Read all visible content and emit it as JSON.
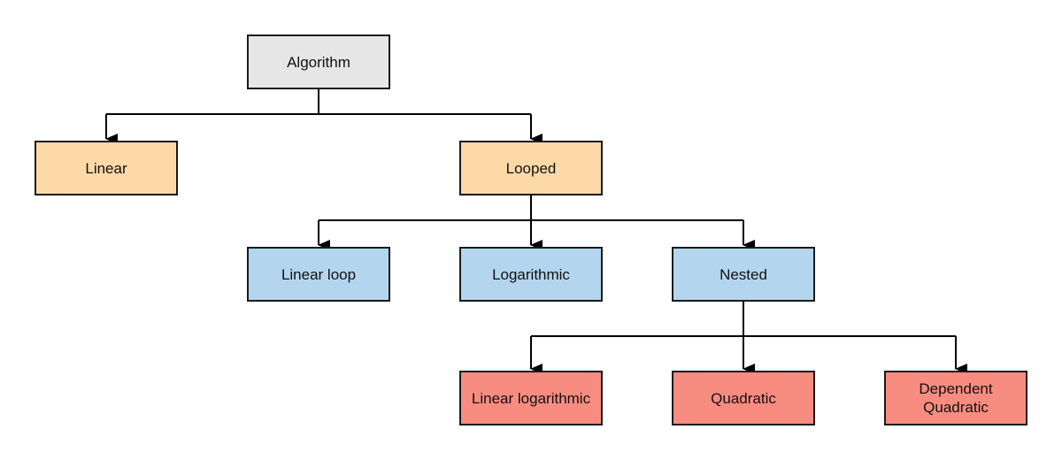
{
  "colors": {
    "root": "#e6e6e6",
    "level1": "#fdd9a8",
    "level2": "#b4d5ee",
    "level3": "#f98c80",
    "border": "#1a1a1a",
    "edge": "#000000"
  },
  "nodes": {
    "algorithm": "Algorithm",
    "linear": "Linear",
    "looped": "Looped",
    "linear_loop": "Linear loop",
    "logarithmic": "Logarithmic",
    "nested": "Nested",
    "linear_logarithmic": "Linear logarithmic",
    "quadratic": "Quadratic",
    "dependent_quadratic": "Dependent\nQuadratic"
  },
  "edges": [
    {
      "from": "algorithm",
      "to": "linear"
    },
    {
      "from": "algorithm",
      "to": "looped"
    },
    {
      "from": "looped",
      "to": "linear_loop"
    },
    {
      "from": "looped",
      "to": "logarithmic"
    },
    {
      "from": "looped",
      "to": "nested"
    },
    {
      "from": "nested",
      "to": "linear_logarithmic"
    },
    {
      "from": "nested",
      "to": "quadratic"
    },
    {
      "from": "nested",
      "to": "dependent_quadratic"
    }
  ]
}
